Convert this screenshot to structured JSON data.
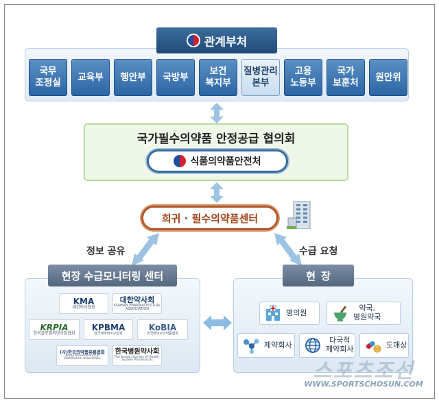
{
  "ministries": {
    "title": "관계부처",
    "items": [
      {
        "label": "국무\n조정실",
        "style": "dark"
      },
      {
        "label": "교육부",
        "style": "dark"
      },
      {
        "label": "행안부",
        "style": "dark"
      },
      {
        "label": "국방부",
        "style": "dark"
      },
      {
        "label": "보건\n복지부",
        "style": "dark"
      },
      {
        "label": "질병관리\n본부",
        "style": "light"
      },
      {
        "label": "고용\n노동부",
        "style": "dark"
      },
      {
        "label": "국가\n보훈처",
        "style": "dark"
      },
      {
        "label": "원안위",
        "style": "dark"
      }
    ]
  },
  "council": {
    "title": "국가필수의약품 안정공급 협의회",
    "agency": "식품의약품안전처"
  },
  "center": {
    "label": "희귀 · 필수의약품센터"
  },
  "links": {
    "info_share": "정보 공유",
    "supply_request": "수급 요청"
  },
  "monitoring": {
    "title": "현장 수급모니터링 센터",
    "logos": [
      {
        "name": "KMA",
        "sub": "대한의사협회"
      },
      {
        "name": "대한약사회",
        "sub": "KOREAN PHARMACEUTICAL ASSOCIATION"
      },
      {
        "name": "KRPIA",
        "sub": "한국글로벌의약산업협회"
      },
      {
        "name": "KPBMA",
        "sub": "한국제약바이오협회"
      },
      {
        "name": "KoBIA",
        "sub": "한국바이오의약품협회"
      },
      {
        "name": "(사)한국의약품유통협회",
        "sub": "Korea Pharmaceutical Distribution Association"
      },
      {
        "name": "한국병원약사회",
        "sub": "The Korean Society of Health-System Pharmacists"
      }
    ]
  },
  "field": {
    "title": "현장",
    "items": [
      {
        "label": "병의원",
        "icon": "hospital-icon"
      },
      {
        "label": "약국,\n병원약국",
        "icon": "pharmacy-mortar-icon"
      },
      {
        "label": "제약회사",
        "icon": "molecule-icon"
      },
      {
        "label": "다국적\n제약회사",
        "icon": "globe-icon"
      },
      {
        "label": "도매상",
        "icon": "pills-icon"
      }
    ]
  },
  "watermark": {
    "logo_text": "스포츠조선",
    "url": "WWW.SPORTSCHOSUN.COM"
  },
  "colors": {
    "ministry_blue": "#2d66a5",
    "council_green": "#eef7e8",
    "center_border": "#b0572a",
    "arrow_blue": "#9cc3e4",
    "title_slate": "#55677f"
  }
}
